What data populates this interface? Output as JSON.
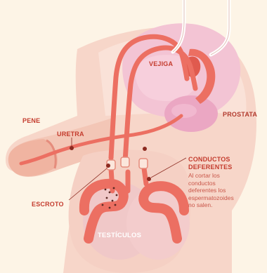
{
  "labels": {
    "vejiga": "VEJIGA",
    "prostata": "PROSTATA",
    "pene": "PENE",
    "uretra": "URETRA",
    "conductos_deferentes": "CONDUCTOS\nDEFERENTES",
    "escroto": "ESCROTO",
    "testiculos": "TESTÍCULOS"
  },
  "note_lines": [
    "Al cortar los",
    "conductos",
    "deferentes los",
    "espermatozoides",
    "no salen."
  ],
  "colors": {
    "background": "#fdf4e6",
    "skin": "#f7d6c9",
    "skin_light": "#fbe6dc",
    "tube": "#ec6f62",
    "tube_light": "#f6a89d",
    "bladder": "#f3c4d4",
    "prostate": "#eba7c3",
    "accent_text": "#c43c2e"
  }
}
